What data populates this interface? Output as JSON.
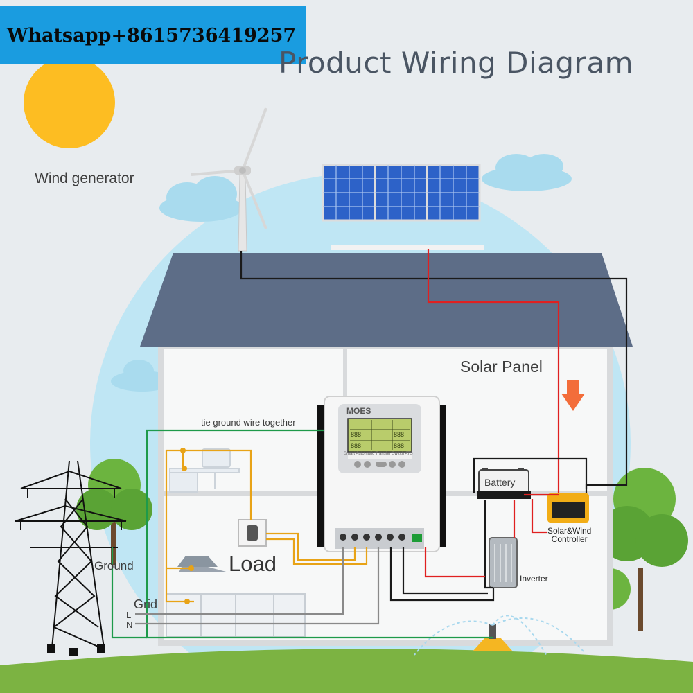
{
  "banner": {
    "text": "Whatsapp+8615736419257"
  },
  "title": "Product Wiring Diagram",
  "labels": {
    "wind_generator": "Wind generator",
    "solar_panel": "Solar Panel",
    "tie_ground": "tie ground wire together",
    "ground": "Ground",
    "grid": "Grid",
    "l": "L",
    "n": "N",
    "load": "Load",
    "battery": "Battery",
    "controller": "Solar&Wind\nController",
    "inverter": "Inverter"
  },
  "device": {
    "brand": "MOES",
    "subtitle": "Smart Automatic Transfer Switch ATS",
    "lcd_values": [
      "888",
      "888",
      "888",
      "888"
    ]
  },
  "colors": {
    "sun": "#fdbd22",
    "roof": "#5d6d87",
    "sky": "#b8e4f3",
    "banner": "#1a9ce0",
    "wire_red": "#e02020",
    "wire_black": "#1a1a1a",
    "wire_green": "#1e9a4a",
    "wire_orange": "#e8a317",
    "arrow": "#f36d3a"
  }
}
